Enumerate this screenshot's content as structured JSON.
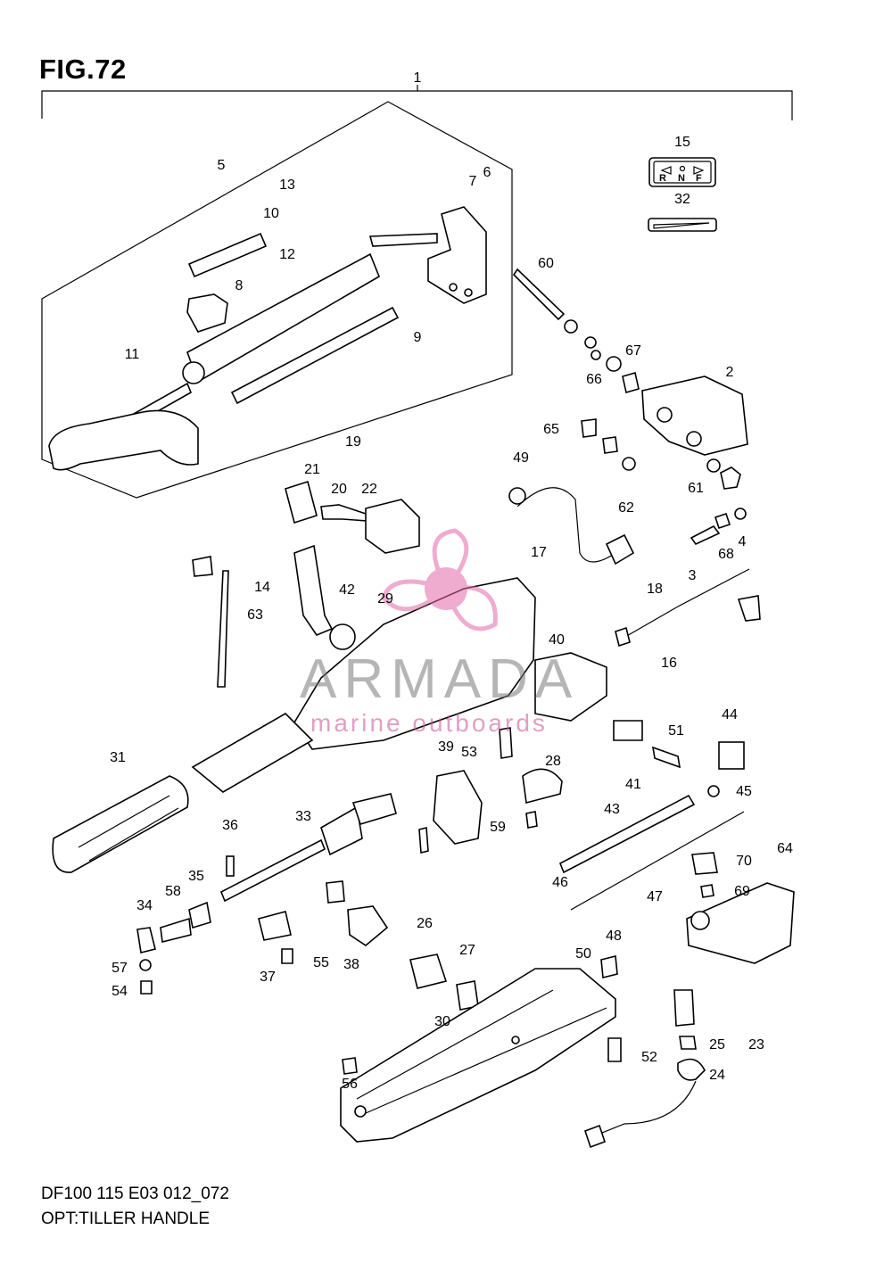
{
  "figure": {
    "title": "FIG.72",
    "model_code": "DF100 115 E03 012_072",
    "caption": "OPT:TILLER HANDLE"
  },
  "watermark": {
    "name": "ARMADA",
    "subtitle": "marine outboards",
    "accent_color": "#e26aa8"
  },
  "shift_label": {
    "letters": [
      "R",
      "N",
      "F"
    ]
  },
  "callouts": [
    "1",
    "2",
    "3",
    "4",
    "5",
    "6",
    "7",
    "8",
    "9",
    "10",
    "11",
    "12",
    "13",
    "14",
    "15",
    "16",
    "17",
    "18",
    "19",
    "20",
    "21",
    "22",
    "23",
    "24",
    "25",
    "26",
    "27",
    "28",
    "29",
    "30",
    "31",
    "32",
    "33",
    "34",
    "35",
    "36",
    "37",
    "38",
    "39",
    "40",
    "41",
    "42",
    "43",
    "44",
    "45",
    "46",
    "47",
    "48",
    "49",
    "50",
    "51",
    "52",
    "53",
    "54",
    "55",
    "56",
    "57",
    "58",
    "59",
    "60",
    "61",
    "62",
    "63",
    "64",
    "65",
    "66",
    "67",
    "68",
    "69",
    "70"
  ]
}
